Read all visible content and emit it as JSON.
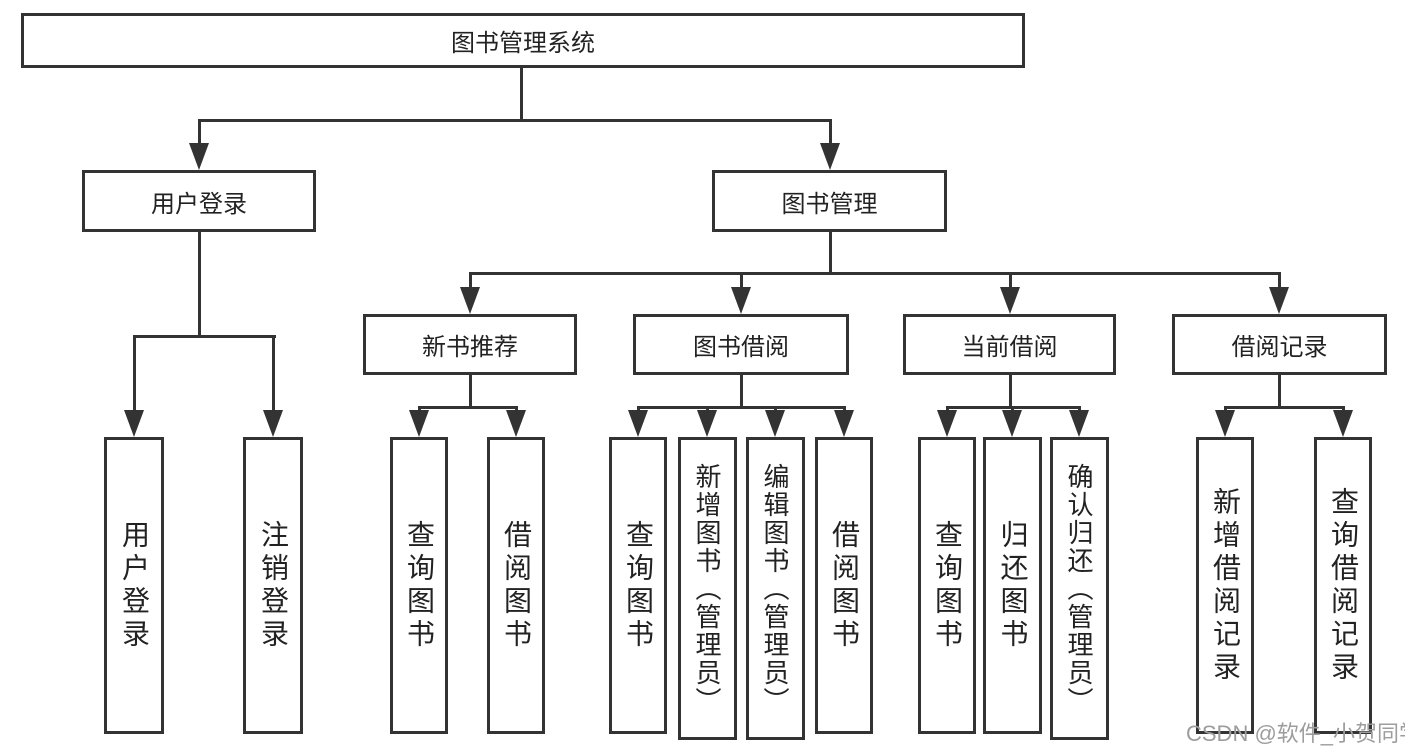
{
  "tree": {
    "label": "图书管理系统",
    "children": [
      {
        "label": "用户登录",
        "children": [
          {
            "label": "用户登录"
          },
          {
            "label": "注销登录"
          }
        ]
      },
      {
        "label": "图书管理",
        "children": [
          {
            "label": "新书推荐",
            "children": [
              {
                "label": "查询图书"
              },
              {
                "label": "借阅图书"
              }
            ]
          },
          {
            "label": "图书借阅",
            "children": [
              {
                "label": "查询图书"
              },
              {
                "label": "新增图书（管理员）"
              },
              {
                "label": "编辑图书（管理员）"
              },
              {
                "label": "借阅图书"
              }
            ]
          },
          {
            "label": "当前借阅",
            "children": [
              {
                "label": "查询图书"
              },
              {
                "label": "归还图书"
              },
              {
                "label": "确认归还（管理员）"
              }
            ]
          },
          {
            "label": "借阅记录",
            "children": [
              {
                "label": "新增借阅记录"
              },
              {
                "label": "查询借阅记录"
              }
            ]
          }
        ]
      }
    ]
  },
  "watermark": {
    "text": "CSDN @软件_小贺同学"
  },
  "colors": {
    "line": "#333333",
    "text": "#222222",
    "watermark": "#9d9d9d",
    "background": "#ffffff"
  }
}
